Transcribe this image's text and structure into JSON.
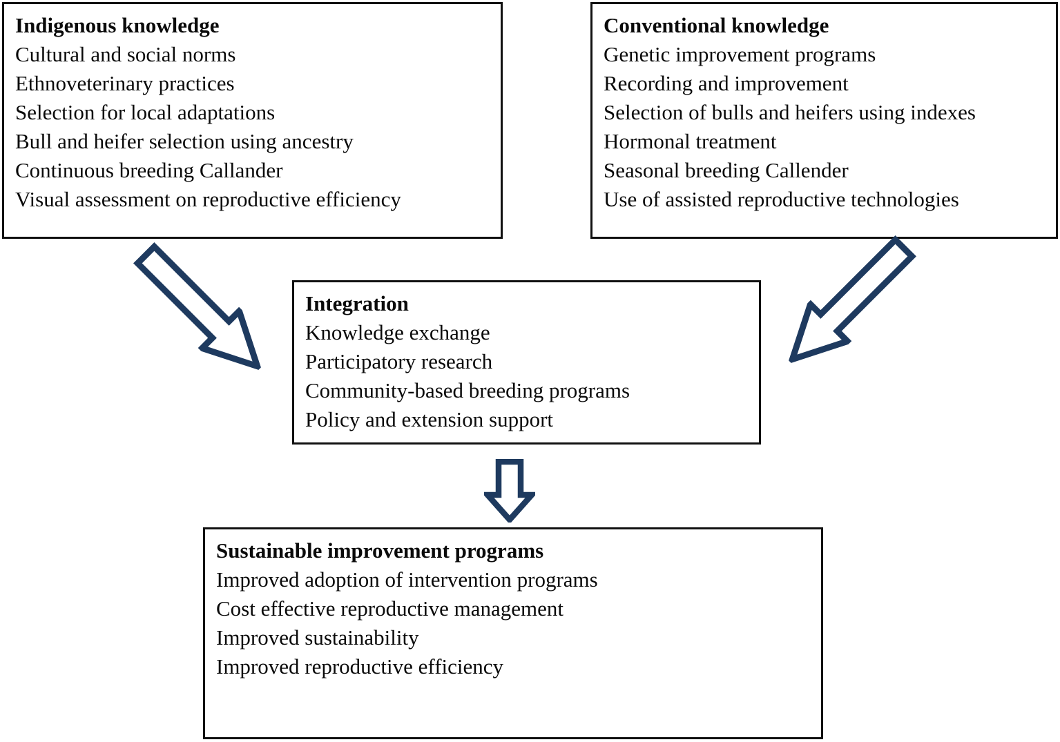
{
  "figure": {
    "background_color": "#ffffff",
    "box_border_color": "#101010",
    "text_color": "#0a0a0a",
    "arrow_color": "#1e3a5f",
    "boxes": {
      "indigenous": {
        "title": "Indigenous knowledge",
        "items": [
          "Cultural and social norms",
          "Ethnoveterinary practices",
          "Selection for local adaptations",
          "Bull and heifer selection using ancestry",
          "Continuous breeding Callander",
          "Visual assessment on reproductive efficiency"
        ]
      },
      "conventional": {
        "title": "Conventional knowledge",
        "items": [
          "Genetic improvement programs",
          "Recording and improvement",
          "Selection of bulls and heifers using indexes",
          "Hormonal treatment",
          "Seasonal breeding Callender",
          "Use of assisted reproductive technologies"
        ]
      },
      "integration": {
        "title": "Integration",
        "items": [
          "Knowledge exchange",
          "Participatory research",
          "Community-based breeding programs",
          "Policy and extension support"
        ]
      },
      "sustainable": {
        "title": "Sustainable improvement programs",
        "items": [
          "Improved adoption of intervention programs",
          "Cost effective reproductive management",
          "Improved sustainability",
          "Improved reproductive efficiency"
        ]
      }
    },
    "arrows": [
      {
        "name": "indigenous-to-integration",
        "direction": "down-right"
      },
      {
        "name": "conventional-to-integration",
        "direction": "down-left"
      },
      {
        "name": "integration-to-sustainable",
        "direction": "down"
      }
    ]
  }
}
